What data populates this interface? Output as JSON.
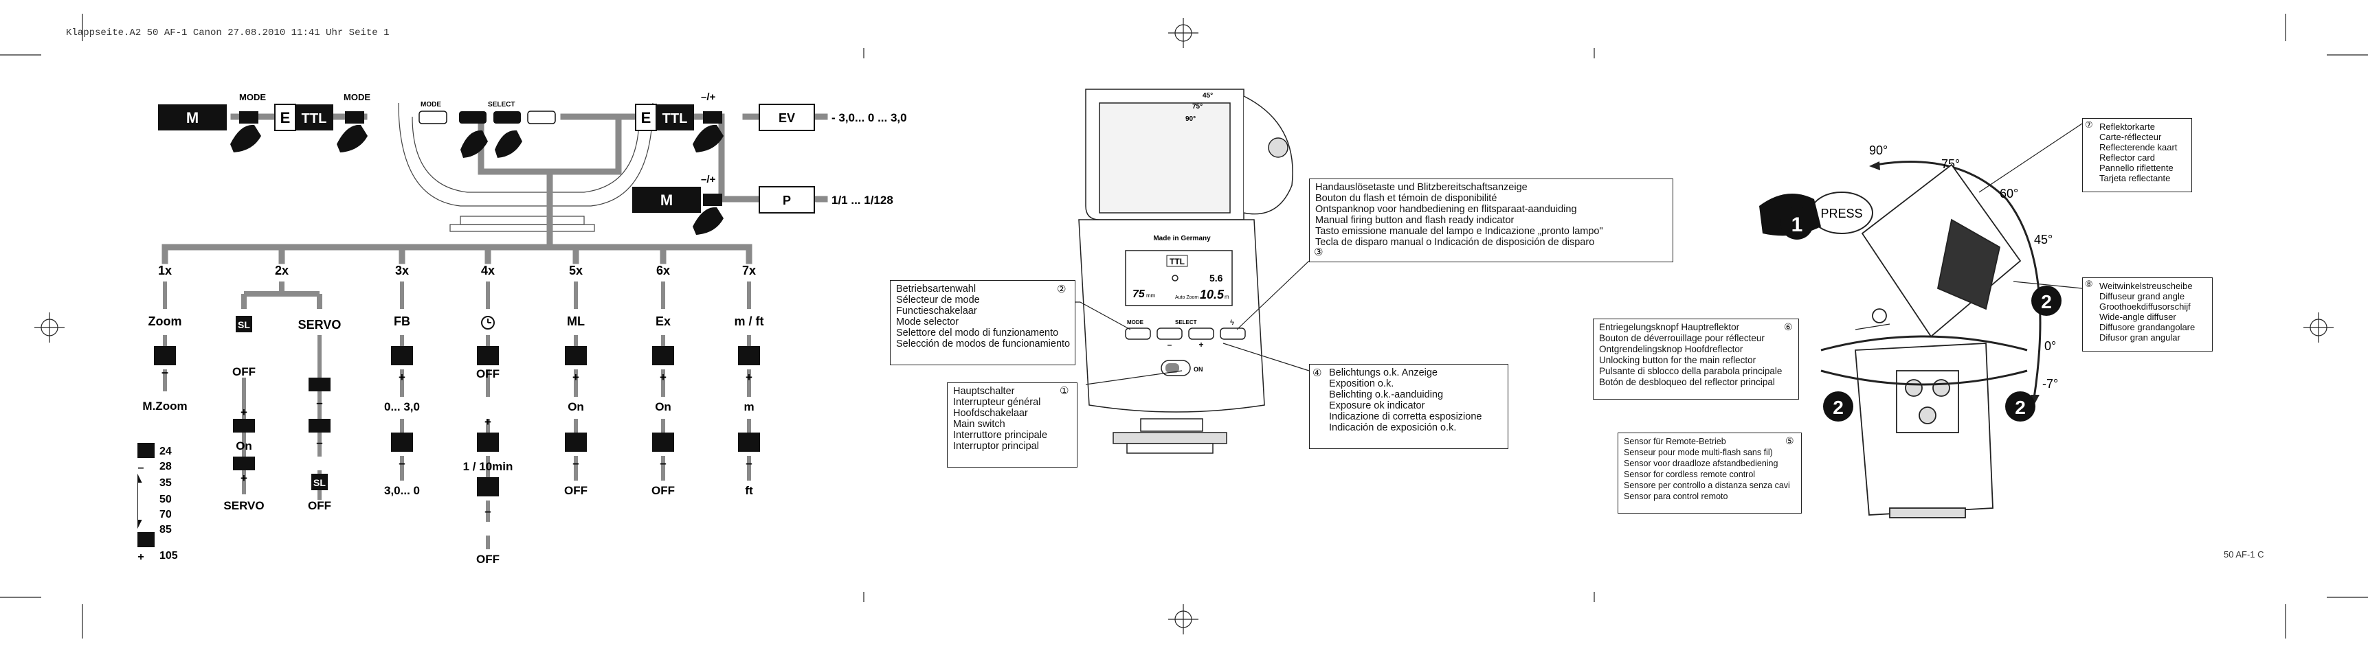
{
  "header": {
    "text": "Klappseite.A2 50 AF-1 Canon  27.08.2010  11:41 Uhr  Seite 1"
  },
  "page_number": "50 AF-1 C",
  "flow": {
    "mode_label": "MODE",
    "select_label": "SELECT",
    "m": "M",
    "ettl_e": "E",
    "ettl_ttl": "TTL",
    "minus_plus": "–/+",
    "ev": "EV",
    "ev_range": "- 3,0... 0 ... 3,0",
    "p": "P",
    "p_range": "1/1 ... 1/128",
    "press_counts": [
      "1x",
      "2x",
      "3x",
      "4x",
      "5x",
      "6x",
      "7x"
    ],
    "col_zoom": {
      "title": "Zoom",
      "mzoom": "M.Zoom",
      "values": [
        "24",
        "28",
        "35",
        "50",
        "70",
        "85",
        "105"
      ],
      "minus": "–",
      "plus": "+"
    },
    "col_sl": {
      "sl": "SL",
      "off": "OFF",
      "on": "On",
      "servo": "SERVO",
      "plus": "+"
    },
    "col_servo": {
      "title": "SERVO",
      "minus": "–",
      "off": "OFF",
      "sl": "SL"
    },
    "col_fb": {
      "title": "FB",
      "plus": "+",
      "range1": "0... 3,0",
      "minus": "–",
      "range2": "3,0... 0"
    },
    "col_timer": {
      "off": "OFF",
      "plus": "+",
      "value": "1 / 10min",
      "minus": "–",
      "off2": "OFF"
    },
    "col_ml": {
      "title": "ML",
      "plus": "+",
      "on": "On",
      "minus": "–",
      "off": "OFF"
    },
    "col_ex": {
      "title": "Ex",
      "plus": "+",
      "on": "On",
      "minus": "–",
      "off": "OFF"
    },
    "col_mft": {
      "title": "m / ft",
      "plus": "+",
      "m": "m",
      "minus": "–",
      "ft": "ft"
    }
  },
  "flash_body": {
    "made_in": "Made in Germany",
    "lcd_mode": "TTL",
    "lcd_ap": "5.6",
    "lcd_zoom": "75",
    "lcd_mm": "mm",
    "lcd_auto": "Auto Zoom",
    "lcd_dist": "10.5",
    "lcd_m": "m",
    "btn_mode": "MODE",
    "btn_select": "SELECT",
    "btn_minus": "–",
    "btn_plus": "+",
    "switch_on": "ON",
    "angle1": "45°",
    "angle2": "75°",
    "angle3": "90°"
  },
  "callouts": {
    "handausl": {
      "num": "③",
      "lines": [
        "Handauslösetaste und Blitzbereitschaftsanzeige",
        "Bouton du flash et  témoin de disponibilité",
        "Ontspanknop voor handbediening en flitsparaat-aanduiding",
        "Manual firing button and flash ready indicator",
        "Tasto emissione manuale del lampo e Indicazione „pronto lampo\"",
        "Tecla de disparo manual o Indicación de disposición de disparo"
      ]
    },
    "betriebsart": {
      "num": "②",
      "lines": [
        "Betriebsartenwahl",
        "Sélecteur de mode",
        "Functieschakelaar",
        "Mode selector",
        "Selettore del modo di funzionamento",
        "Selección de modos de funcionamiento"
      ]
    },
    "hauptschalter": {
      "num": "①",
      "lines": [
        "Hauptschalter",
        "Interrupteur général",
        "Hoofdschakelaar",
        "Main switch",
        "Interruttore principale",
        "Interruptor principal"
      ]
    },
    "belichtung": {
      "num": "④",
      "lines": [
        "Belichtungs o.k. Anzeige",
        "Exposition o.k.",
        "Belichting o.k.-aanduiding",
        "Exposure ok indicator",
        "Indicazione di corretta esposizione",
        "Indicación de exposición o.k."
      ]
    },
    "reflektor": {
      "num": "⑦",
      "lines": [
        "Reflektorkarte",
        "Carte-réflecteur",
        "Reflecterende kaart",
        "Reflector card",
        "Pannello riflettente",
        "Tarjeta reflectante"
      ]
    },
    "weitwinkel": {
      "num": "⑧",
      "lines": [
        "Weitwinkelstreuscheibe",
        "Diffuseur grand angle",
        "Groothoekdiffusorschijf",
        "Wide-angle diffuser",
        "Diffusore grandangolare",
        "Difusor gran angular"
      ]
    },
    "entriegelung": {
      "num": "⑥",
      "lines": [
        "Entriegelungsknopf Hauptreflektor",
        "Bouton de déverrouillage pour réflecteur",
        "Ontgrendelingsknop Hoofdreflector",
        "Unlocking button for the main reflector",
        "Pulsante di sblocco della parabola principale",
        "Botón de desbloqueo del reflector principal"
      ]
    },
    "sensor": {
      "num": "⑤",
      "lines": [
        "Sensor für Remote-Betrieb",
        "Senseur pour mode multi-flash sans fil)",
        "Sensor voor draadloze afstandbediening",
        "Sensor for cordless remote control",
        "Sensore per controllo a distanza senza cavi",
        "Sensor para control remoto"
      ]
    }
  },
  "head_diagram": {
    "press": "PRESS",
    "step1": "1",
    "step2": "2",
    "angles": [
      "90°",
      "75°",
      "60°",
      "45°",
      "0°",
      "-7°"
    ]
  }
}
